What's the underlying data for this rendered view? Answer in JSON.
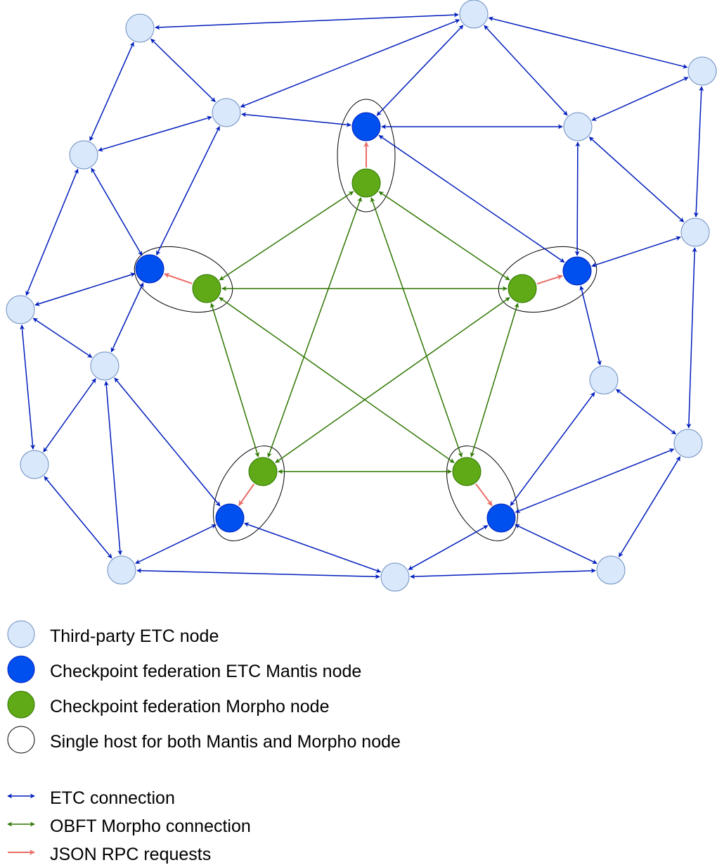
{
  "colors": {
    "third_party_fill": "#dae8fc",
    "third_party_stroke": "#6c8ebf",
    "mantis_fill": "#0050ef",
    "mantis_stroke": "#001dbc",
    "morpho_fill": "#60a917",
    "morpho_stroke": "#2d7600",
    "host_stroke": "#000000",
    "etc_connection": "#001dbc",
    "obft_connection": "#2d7600",
    "json_rpc": "#ea6b66"
  },
  "legend": {
    "third_party": "Third-party ETC node",
    "mantis": "Checkpoint federation ETC Mantis node",
    "morpho": "Checkpoint federation Morpho node",
    "host": "Single host for both Mantis and Morpho node",
    "etc_connection": "ETC connection",
    "obft_connection": "OBFT Morpho connection",
    "json_rpc": "JSON RPC requests"
  }
}
